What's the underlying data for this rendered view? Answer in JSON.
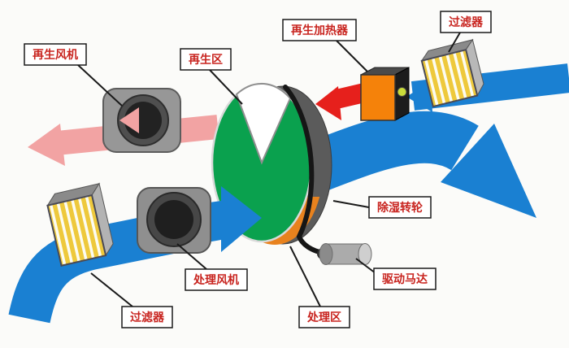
{
  "diagram": {
    "labels": {
      "regen_fan": "再生风机",
      "regen_zone": "再生区",
      "regen_heater": "再生加热器",
      "filter_top": "过滤器",
      "wheel": "除湿转轮",
      "drive_motor": "驱动马达",
      "process_fan": "处理风机",
      "process_zone": "处理区",
      "filter_bottom": "过滤器"
    },
    "colors": {
      "process_air": "#1a80d2",
      "regen_exhaust_air": "#f2a3a3",
      "hot_air": "#e6201c",
      "wheel_face": "#0aa14e",
      "wheel_wet_sector": "#e8821e",
      "heater_body": "#f5820a",
      "filter_pleats": "#eec93c",
      "label_text": "#c8241f"
    }
  }
}
